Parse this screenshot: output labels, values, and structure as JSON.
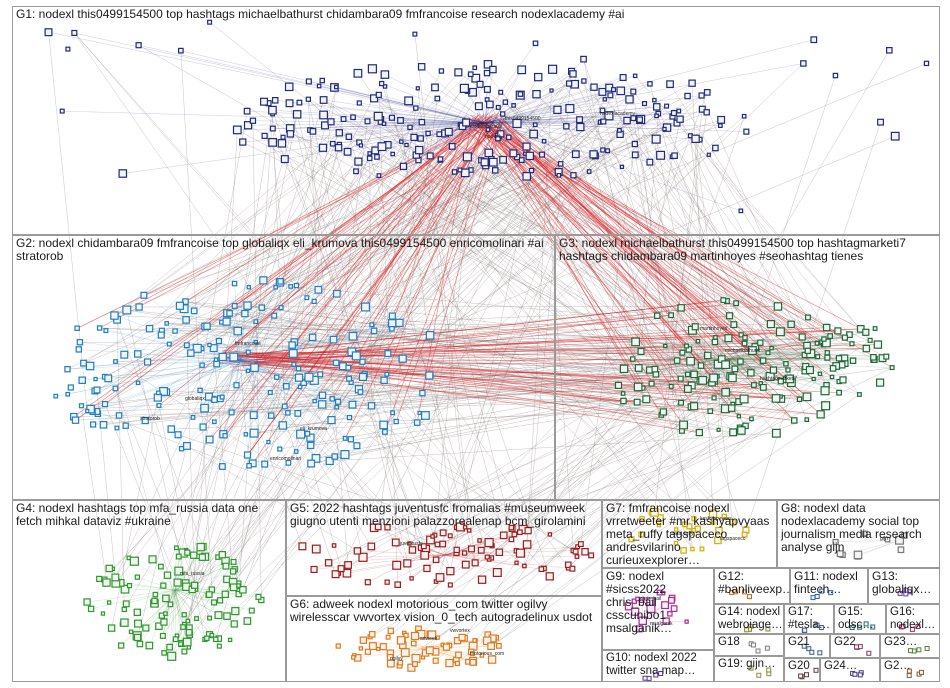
{
  "groups": [
    {
      "id": "G1",
      "label": "G1: nodexl this0499154500 top hashtags michaelbathurst chidambara09 fmfrancoise research nodexlacademy #ai",
      "color": "#1f2a80"
    },
    {
      "id": "G2",
      "label": "G2: nodexl chidambara09 fmfrancoise top globaliqx eli_krumova this0499154500 enricomolinari #ai stratorob",
      "color": "#1d7fc4"
    },
    {
      "id": "G3",
      "label": "G3: nodexl michaelbathurst this0499154500 top hashtagmarketi7 hashtags chidambara09 martinhoyes #seohashtag tienes",
      "color": "#1b6b3a"
    },
    {
      "id": "G4",
      "label": "G4: nodexl hashtags top mfa_russia data one fetch mihkal dataviz #ukraine",
      "color": "#2a9a2a"
    },
    {
      "id": "G5",
      "label": "G5: 2022 hashtags juventusfc fromalias #museumweek giugno utenti menzioni palazzorealenap bcm_girolamini",
      "color": "#a01c1c"
    },
    {
      "id": "G6",
      "label": "G6: adweek nodexl motorious_com twitter ogilvy wirelesscar vwvortex vision_0_tech autogradelinux usdot",
      "color": "#e07b1a"
    },
    {
      "id": "G7",
      "label": "G7: fmfrancoise nodexl vrretweeter #mr kashyapvyaas meta_ruffy tagspaceco andresvilarino curieuxexplorer…",
      "color": "#d4b000"
    },
    {
      "id": "G8",
      "label": "G8: nodexl data nodexlacademy social top journalism media research analyse gijn",
      "color": "#777777"
    },
    {
      "id": "G9",
      "label": "G9: nodexl #sicss2022 chris_bail csscunibo1 msalganik…",
      "color": "#b0279a"
    },
    {
      "id": "G10",
      "label": "G10: nodexl 2022 twitter sna map…",
      "color": "#5a3d8a"
    },
    {
      "id": "G11",
      "label": "G11: nodexl fintech…",
      "color": "#3060c0"
    },
    {
      "id": "G12",
      "label": "G12: #banliveexp…",
      "color": "#c86a20"
    },
    {
      "id": "G13",
      "label": "G13: globaliqx…",
      "color": "#6a3aa8"
    },
    {
      "id": "G14",
      "label": "G14: nodexl webroiage…",
      "color": "#8a8a20"
    },
    {
      "id": "G15",
      "label": "G15: odsc…",
      "color": "#2a7070"
    },
    {
      "id": "G16",
      "label": "G16: nodexl…",
      "color": "#a03060"
    },
    {
      "id": "G17",
      "label": "G17: #tesla…",
      "color": "#506090"
    },
    {
      "id": "G18",
      "label": "G18",
      "color": "#808080"
    },
    {
      "id": "G19",
      "label": "G19: gijn…",
      "color": "#909040"
    },
    {
      "id": "G20",
      "label": "G20",
      "color": "#604040"
    },
    {
      "id": "G21",
      "label": "G21",
      "color": "#406080"
    },
    {
      "id": "G22",
      "label": "G22",
      "color": "#804060"
    },
    {
      "id": "G23",
      "label": "G23…",
      "color": "#608040"
    },
    {
      "id": "G24",
      "label": "G24…",
      "color": "#404080"
    },
    {
      "id": "G2x",
      "label": "G2…",
      "color": "#806040"
    }
  ],
  "node_labels": [
    "chidambara09",
    "fmfrancoise",
    "nodexl",
    "this0499154500",
    "michaelbathurst",
    "globaliqx",
    "eli_krumova",
    "enricomolinari",
    "stratorob",
    "martinhoyes",
    "hashtagmarketi7",
    "mfa_russia",
    "juventusfc",
    "adweek",
    "motorious_com",
    "ogilvy",
    "vwvortex",
    "nodexlacademy",
    "gijn",
    "chris_bail",
    "msalganik",
    "kashyapvyaas",
    "meta_ruffy",
    "tagspaceco"
  ],
  "colors": {
    "edge": "#8a7a7a",
    "edge_strong": "#e01818",
    "frame": "#9a9a9a"
  }
}
